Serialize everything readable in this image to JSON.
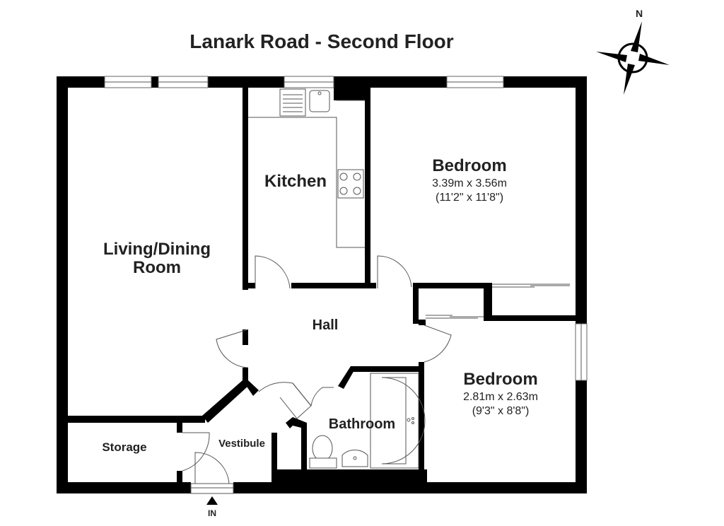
{
  "title": "Lanark Road - Second Floor",
  "compass": {
    "label": "N"
  },
  "rooms": {
    "living": {
      "line1": "Living/Dining",
      "line2": "Room"
    },
    "kitchen": {
      "name": "Kitchen"
    },
    "bedroom1": {
      "name": "Bedroom",
      "metric": "3.39m x 3.56m",
      "imperial": "(11'2\" x 11'8\")"
    },
    "bedroom2": {
      "name": "Bedroom",
      "metric": "2.81m x 2.63m",
      "imperial": "(9'3\" x 8'8\")"
    },
    "hall": {
      "name": "Hall"
    },
    "bathroom": {
      "name": "Bathroom"
    },
    "storage": {
      "name": "Storage"
    },
    "vestibule": {
      "name": "Vestibule"
    }
  },
  "entrance": {
    "label": "IN"
  }
}
